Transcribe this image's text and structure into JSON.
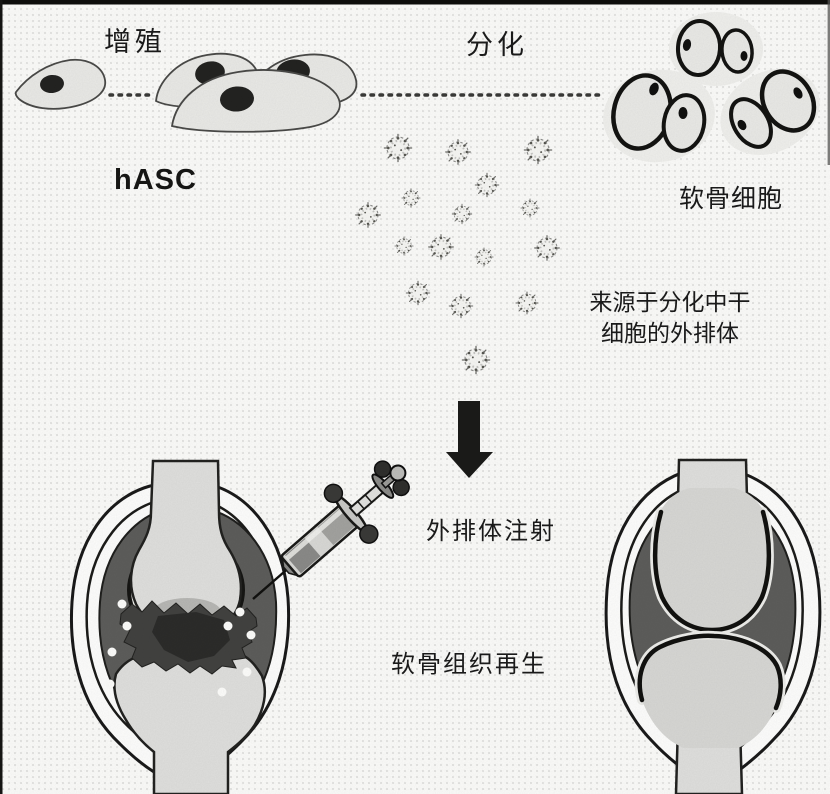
{
  "colors": {
    "ink": "#1a1a1a",
    "cell_fill": "#e9e9e6",
    "nucleus": "#232321",
    "synovium": "#5d5d5b",
    "bone": "#dfdfdd",
    "background": "#fbfbf9"
  },
  "top_row": {
    "proliferation_label": "增殖",
    "differentiation_label": "分化",
    "hasc_label": "hASC",
    "chondrocyte_label": "软骨细胞"
  },
  "middle": {
    "exosome_source_label_line1": "来源于分化中干",
    "exosome_source_label_line2": "细胞的外排体"
  },
  "bottom": {
    "injection_label": "外排体注射",
    "regeneration_label": "软骨组织再生"
  },
  "icons": {
    "exosome": "exosome-particle",
    "down_arrow": "down-arrow",
    "syringe": "syringe"
  }
}
